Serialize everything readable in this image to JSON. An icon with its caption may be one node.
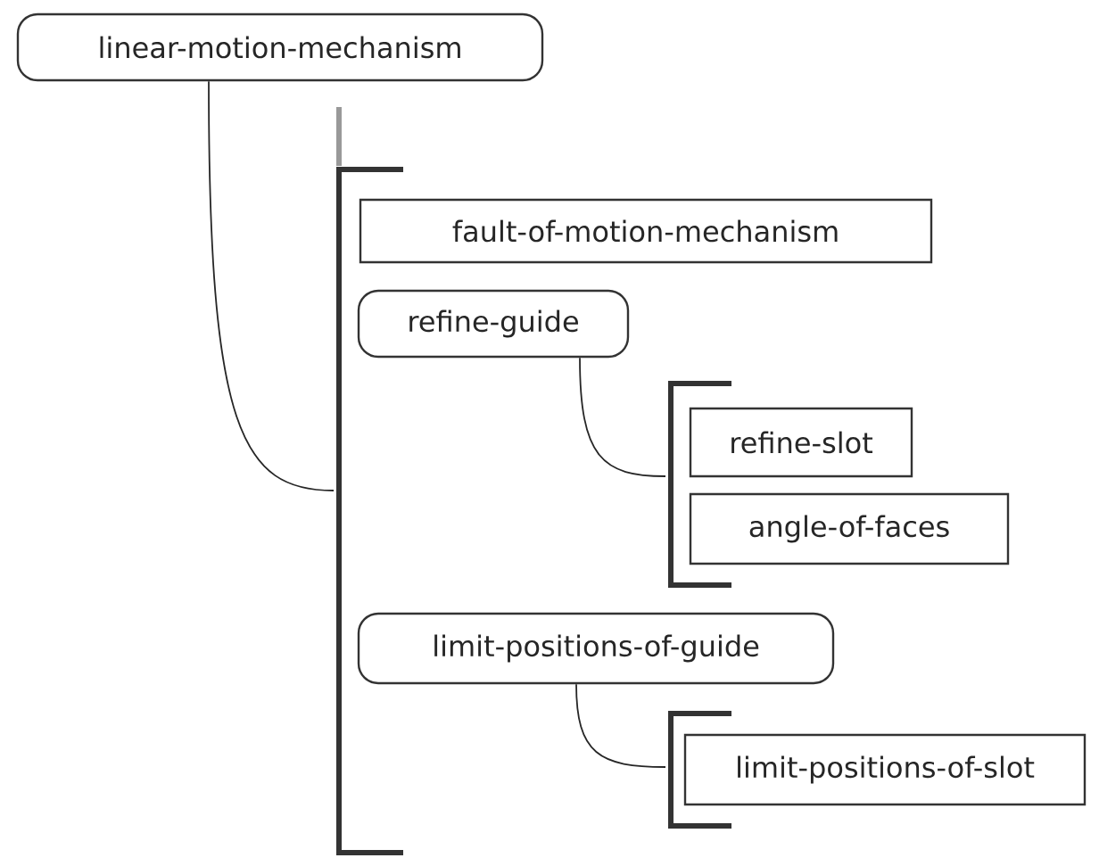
{
  "diagram": {
    "nodes": [
      {
        "text": [
          "linear-motion-mechanism"
        ]
      },
      {
        "text": [],
        "shape": "bracket"
      },
      {
        "text": [
          "fault-of-motion-mechanism"
        ]
      },
      {
        "text": [
          "refine-guide"
        ]
      },
      {
        "text": [],
        "shape": "bracket"
      },
      {
        "text": [
          "refine-slot"
        ]
      },
      {
        "text": [
          "angle-of-faces"
        ]
      },
      {
        "text": [
          "limit-positions-of-guide"
        ]
      },
      {
        "text": [],
        "shape": "bracket"
      },
      {
        "text": [
          "limit-positions-of-slot"
        ]
      }
    ],
    "edges": [
      {
        "from": 0,
        "to": 1,
        "arrow": "none"
      },
      {
        "from": 3,
        "to": 4,
        "arrow": "none"
      },
      {
        "from": 7,
        "to": 8,
        "arrow": "none"
      }
    ]
  }
}
